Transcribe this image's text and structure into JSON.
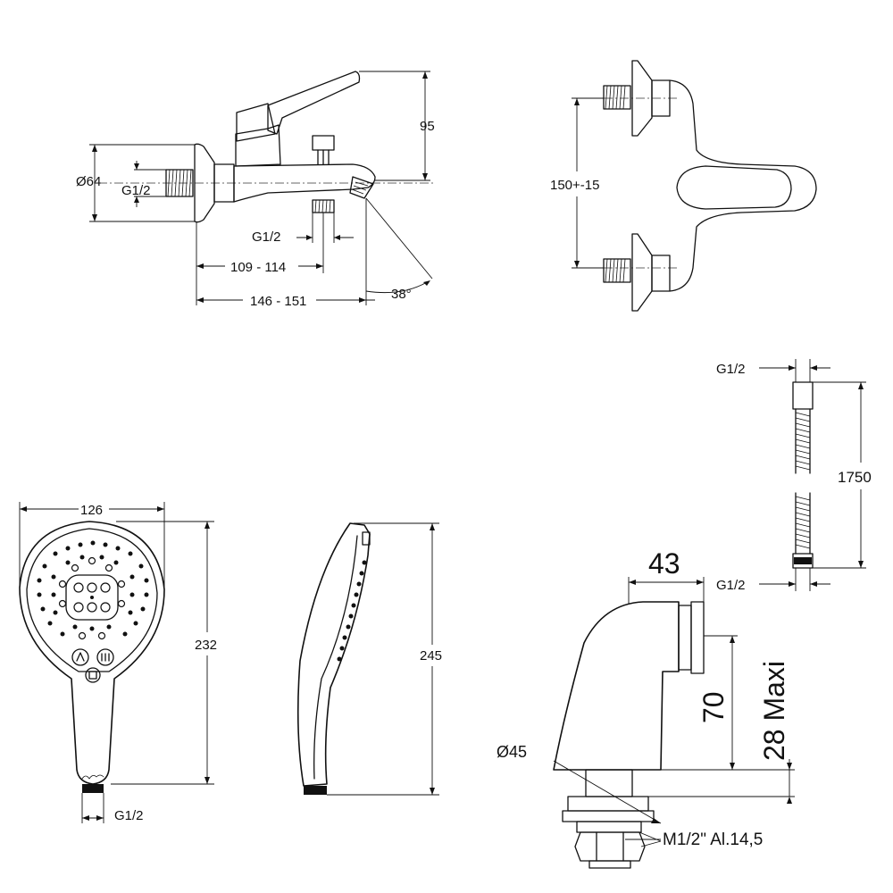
{
  "faucet_side": {
    "dim_height": "95",
    "dim_diameter": "Ø64",
    "dim_thread_inlet": "G1/2",
    "dim_thread_outlet": "G1/2",
    "dim_spout_short": "109 - 114",
    "dim_spout_long": "146 - 151",
    "dim_angle": "38°"
  },
  "faucet_top": {
    "dim_center_distance": "150+-15"
  },
  "hose": {
    "dim_thread_top": "G1/2",
    "dim_thread_bottom": "G1/2",
    "dim_length": "1750"
  },
  "shower_front": {
    "dim_width": "126",
    "dim_height": "232",
    "dim_thread": "G1/2"
  },
  "shower_side": {
    "dim_height": "245"
  },
  "eccentric": {
    "dim_width": "43",
    "dim_height": "70",
    "dim_max": "28 Maxi",
    "dim_diameter": "Ø45",
    "dim_thread": "M1/2\" Al.14,5"
  }
}
